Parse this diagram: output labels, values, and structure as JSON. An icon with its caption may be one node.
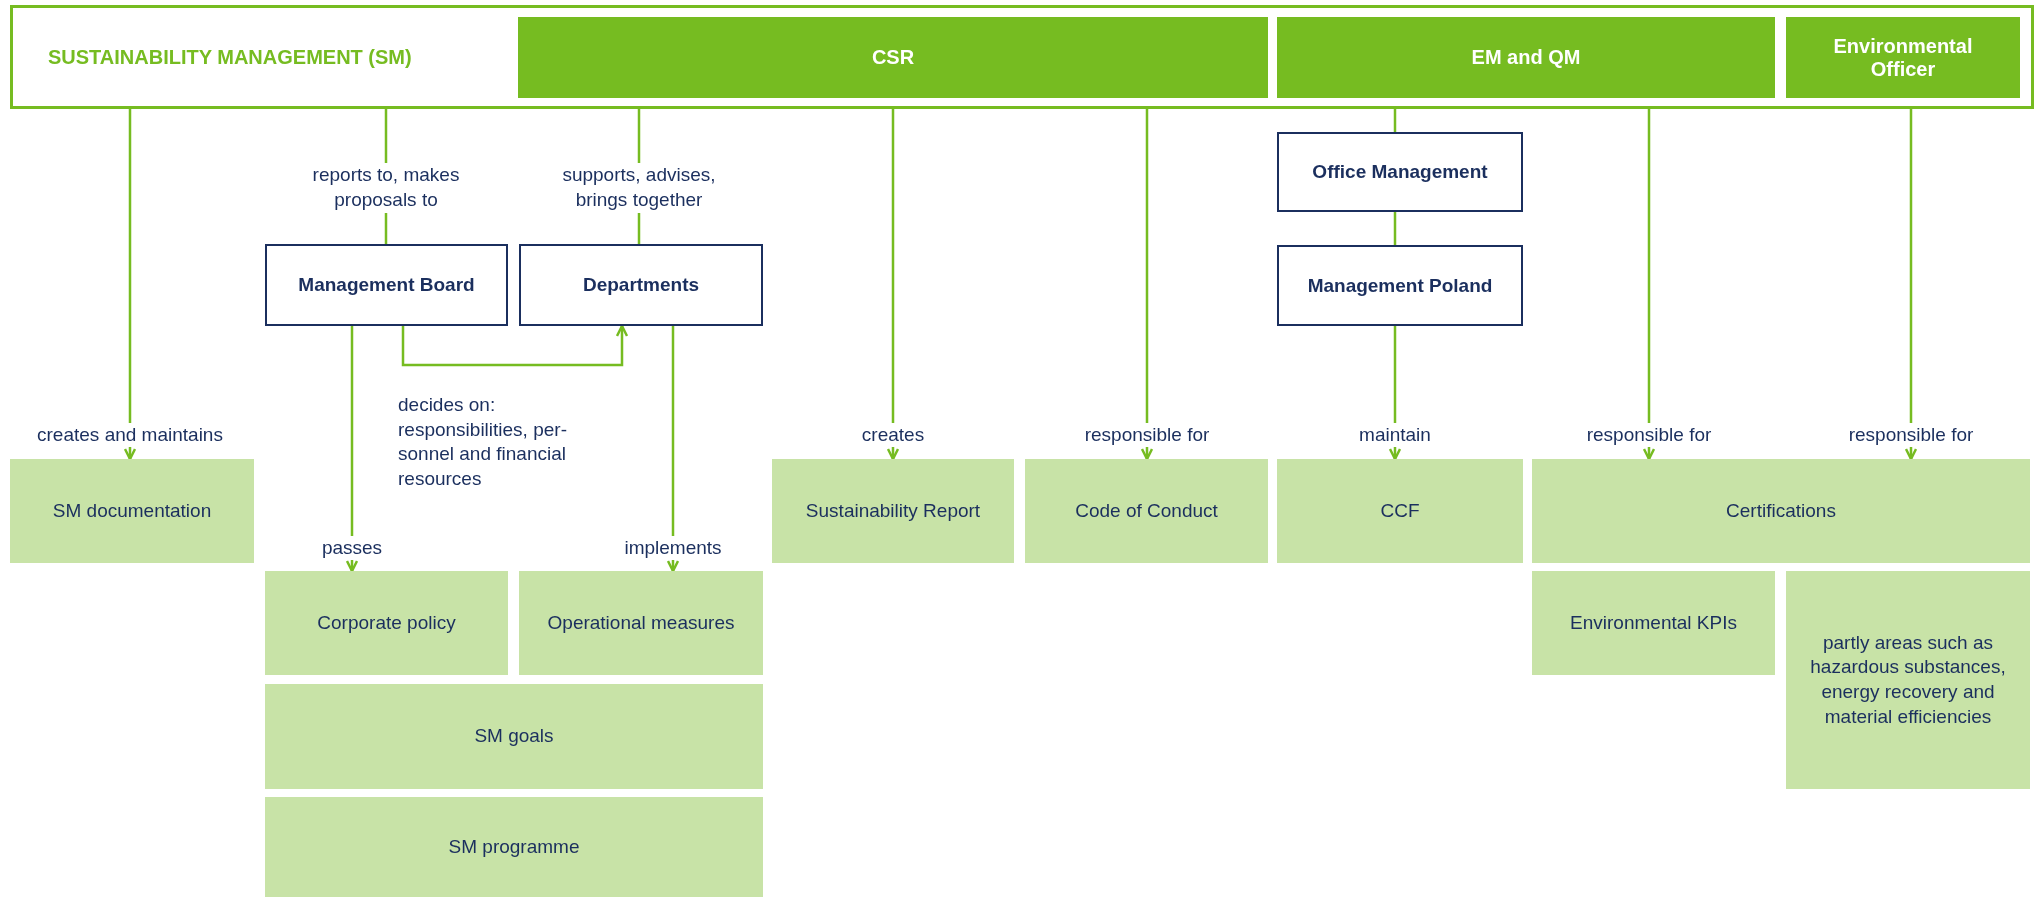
{
  "diagram": {
    "nodes": [
      {
        "text": [
          "SUSTAINABILITY MANAGEMENT (SM)"
        ]
      },
      {
        "text": [
          "CSR"
        ],
        "in": 0
      },
      {
        "text": [
          "EM and QM"
        ],
        "in": 0
      },
      {
        "text": [
          "Environmental Officer"
        ],
        "in": 0
      },
      {
        "text": [
          "Management Board"
        ]
      },
      {
        "text": [
          "Departments"
        ]
      },
      {
        "text": [
          "Office Management"
        ]
      },
      {
        "text": [
          "Management Poland"
        ]
      },
      {
        "text": [
          "SM documentation"
        ]
      },
      {
        "text": [
          "Sustainability Report"
        ]
      },
      {
        "text": [
          "Code of Conduct"
        ]
      },
      {
        "text": [
          "CCF"
        ]
      },
      {
        "text": [
          "Certifications"
        ]
      },
      {
        "text": [
          "Corporate policy"
        ]
      },
      {
        "text": [
          "Operational measures"
        ]
      },
      {
        "text": [
          "Environmental KPIs"
        ]
      },
      {
        "text": [
          "partly areas such as hazardous substances, energy recovery and material efficiencies"
        ]
      },
      {
        "text": [
          "SM goals"
        ]
      },
      {
        "text": [
          "SM programme"
        ]
      }
    ],
    "edges": [
      {
        "from": 0,
        "to": 8,
        "arrow": "to",
        "label": "creates and maintains"
      },
      {
        "from": 0,
        "to": 4,
        "arrow": "none",
        "label": "reports to, makes proposals to"
      },
      {
        "from": 1,
        "to": 5,
        "arrow": "none",
        "label": "supports, advises, brings together"
      },
      {
        "from": 1,
        "to": 9,
        "arrow": "to",
        "label": "creates"
      },
      {
        "from": 1,
        "to": 10,
        "arrow": "to",
        "label": "responsible for"
      },
      {
        "from": 2,
        "to": 6,
        "arrow": "none"
      },
      {
        "from": 6,
        "to": 7,
        "arrow": "none"
      },
      {
        "from": 7,
        "to": 11,
        "arrow": "to",
        "label": "maintain"
      },
      {
        "from": 2,
        "to": 12,
        "arrow": "to",
        "label": "responsible for"
      },
      {
        "from": 3,
        "to": 12,
        "arrow": "to",
        "label": "responsible for"
      },
      {
        "from": 4,
        "to": 13,
        "arrow": "to",
        "label": "passes"
      },
      {
        "from": 4,
        "to": 5,
        "arrow": "to",
        "label": "decides on: responsibilities, per-sonnel and financial resources"
      },
      {
        "from": 5,
        "to": 14,
        "arrow": "to",
        "label": "implements"
      }
    ]
  }
}
